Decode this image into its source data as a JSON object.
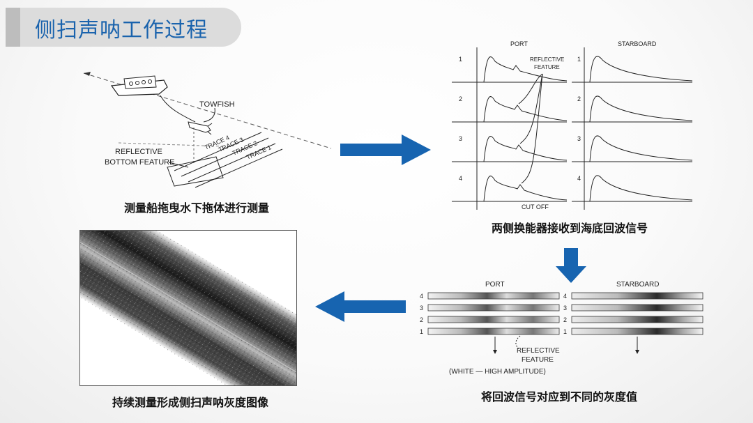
{
  "header": {
    "title": "侧扫声呐工作过程"
  },
  "panels": {
    "towing": {
      "caption": "测量船拖曳水下拖体进行测量",
      "labels": {
        "towfish": "TOWFISH",
        "reflective_1": "REFLECTIVE",
        "reflective_2": "BOTTOM FEATURE",
        "trace4": "TRACE 4",
        "trace3": "TRACE 3",
        "trace2": "TRACE 2",
        "trace1": "TRACE 1"
      }
    },
    "signals": {
      "caption": "两侧换能器接收到海底回波信号",
      "port": "PORT",
      "starboard": "STARBOARD",
      "feature_1": "REFLECTIVE",
      "feature_2": "FEATURE",
      "cutoff": "CUT OFF",
      "rows": [
        "1",
        "2",
        "3",
        "4"
      ]
    },
    "grayscale": {
      "caption": "将回波信号对应到不同的灰度值",
      "port": "PORT",
      "starboard": "STARBOARD",
      "rows": [
        "4",
        "3",
        "2",
        "1"
      ],
      "feature_1": "REFLECTIVE",
      "feature_2": "FEATURE",
      "note": "(WHITE — HIGH AMPLITUDE)"
    },
    "sonar_image": {
      "caption": "持续测量形成侧扫声呐灰度图像"
    }
  },
  "colors": {
    "accent": "#1a63ad",
    "arrow": "#1764b0"
  }
}
